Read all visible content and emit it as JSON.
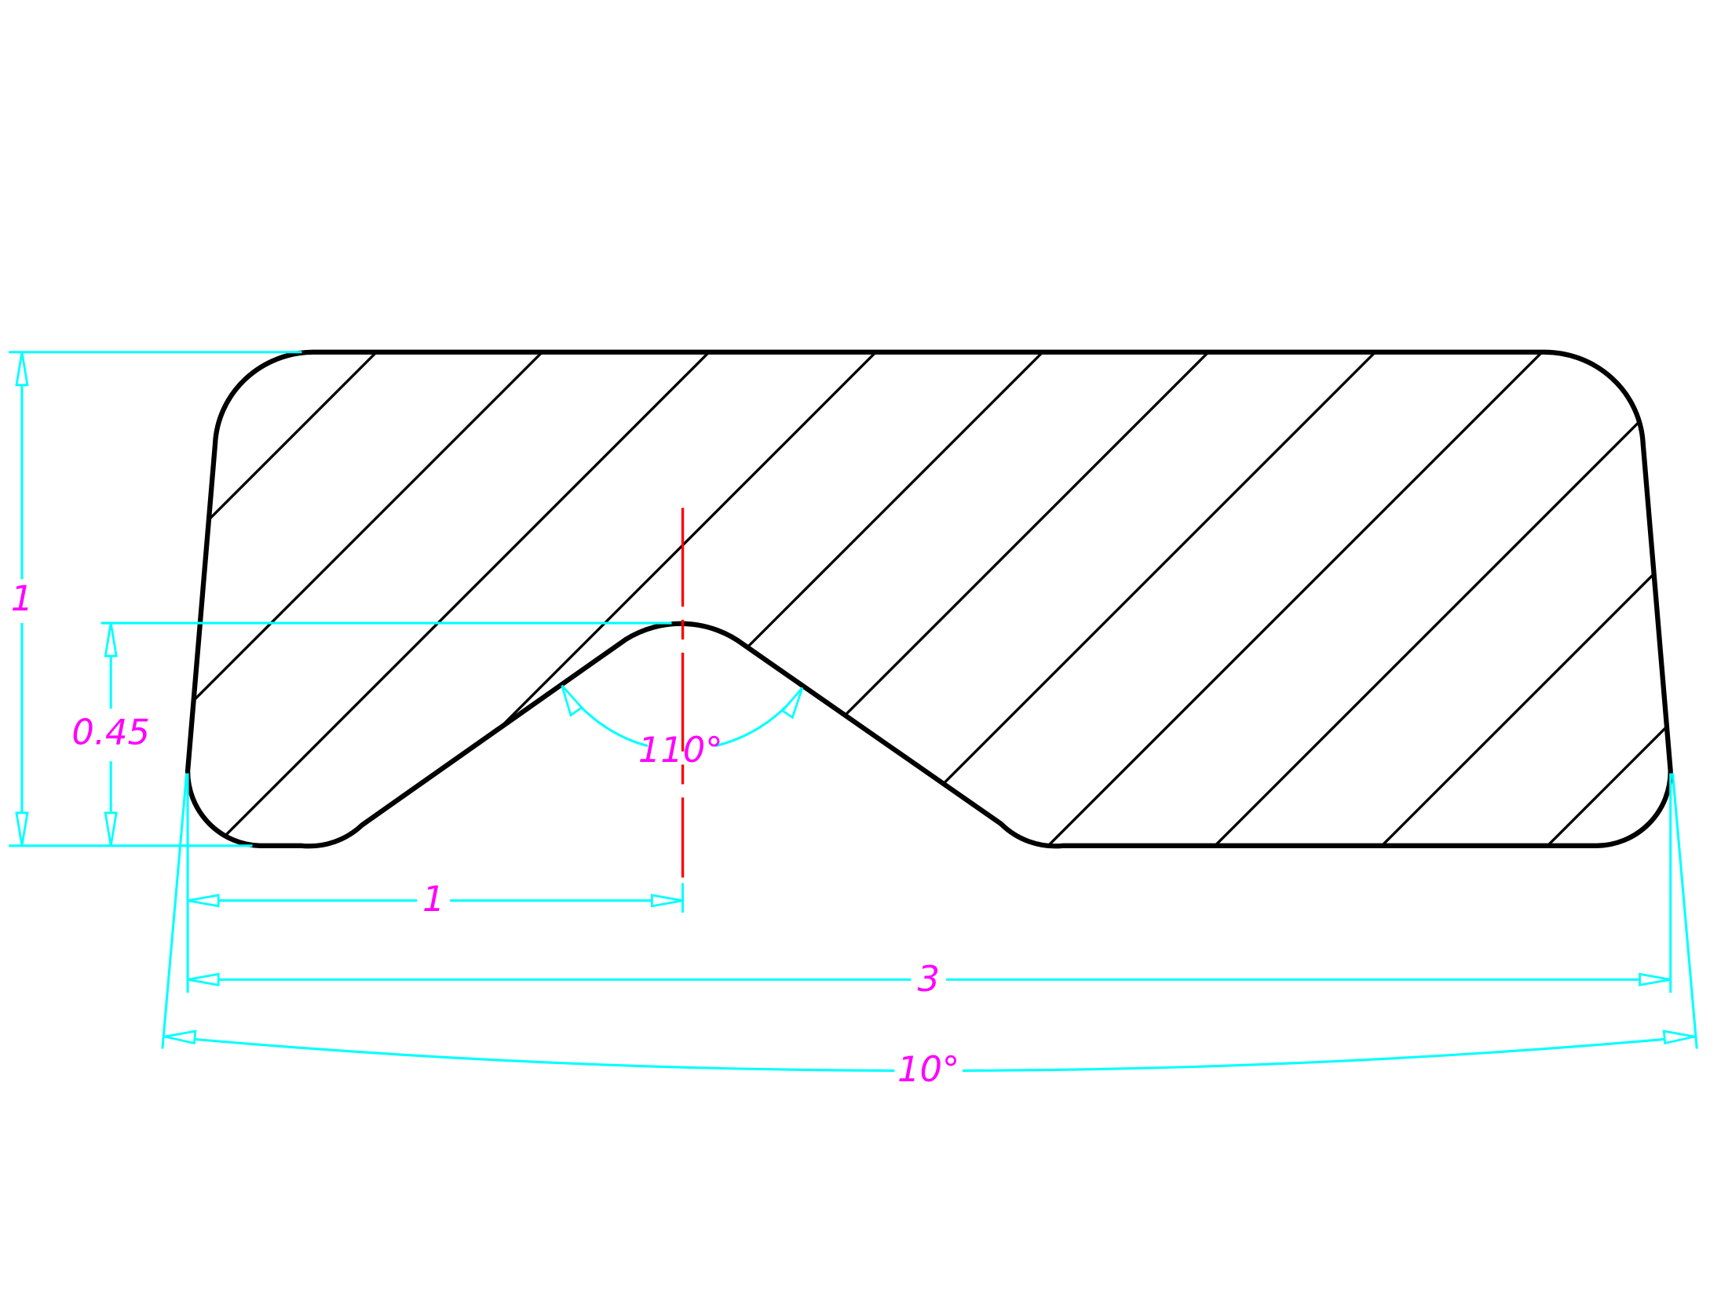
{
  "drawing": {
    "dimensions": {
      "total_height": "1",
      "notch_height": "0.45",
      "notch_angle": "110°",
      "notch_offset": "1",
      "total_width": "3",
      "side_taper_angle": "10°"
    },
    "colors": {
      "outline": "#000000",
      "dimension_lines": "#00ffff",
      "dimension_text": "#ff00ff",
      "centerline": "#ff0000"
    }
  }
}
